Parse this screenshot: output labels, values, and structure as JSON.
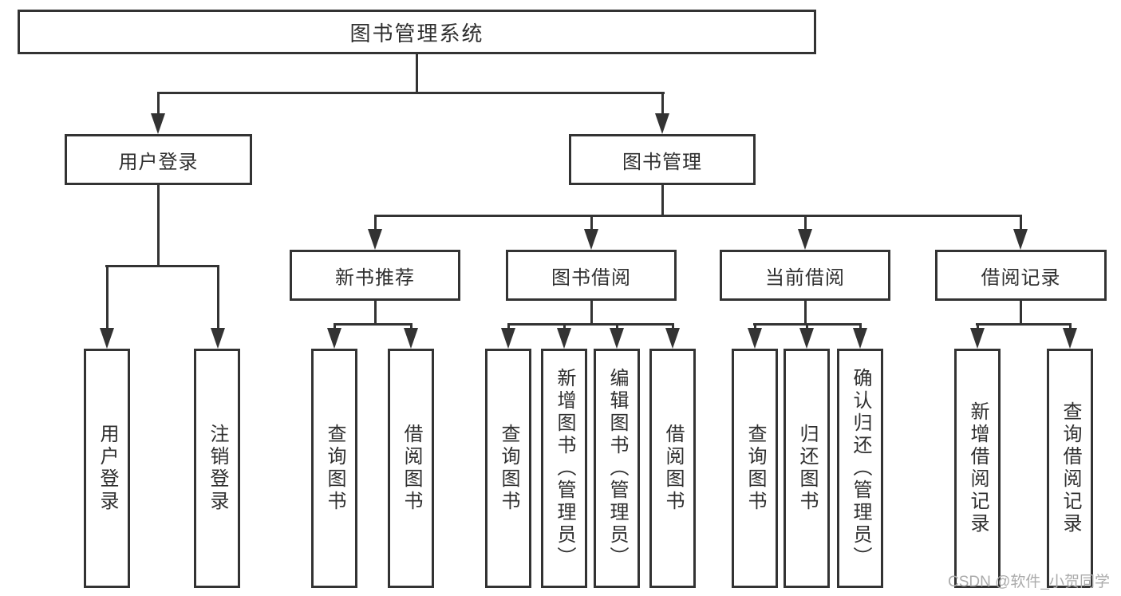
{
  "tree": {
    "label": "图书管理系统",
    "children": [
      {
        "label": "用户登录",
        "children": [
          {
            "label": "用户登录"
          },
          {
            "label": "注销登录"
          }
        ]
      },
      {
        "label": "图书管理",
        "children": [
          {
            "label": "新书推荐",
            "children": [
              {
                "label": "查询图书"
              },
              {
                "label": "借阅图书"
              }
            ]
          },
          {
            "label": "图书借阅",
            "children": [
              {
                "label": "查询图书"
              },
              {
                "label": "新增图书（管理员）"
              },
              {
                "label": "编辑图书（管理员）"
              },
              {
                "label": "借阅图书"
              }
            ]
          },
          {
            "label": "当前借阅",
            "children": [
              {
                "label": "查询图书"
              },
              {
                "label": "归还图书"
              },
              {
                "label": "确认归还（管理员）"
              }
            ]
          },
          {
            "label": "借阅记录",
            "children": [
              {
                "label": "新增借阅记录"
              },
              {
                "label": "查询借阅记录"
              }
            ]
          }
        ]
      }
    ]
  },
  "watermark": "CSDN @软件_小贺同学",
  "colors": {
    "line": "#333333",
    "text": "#2f2f2f",
    "background": "#ffffff",
    "watermark": "#ababab"
  }
}
